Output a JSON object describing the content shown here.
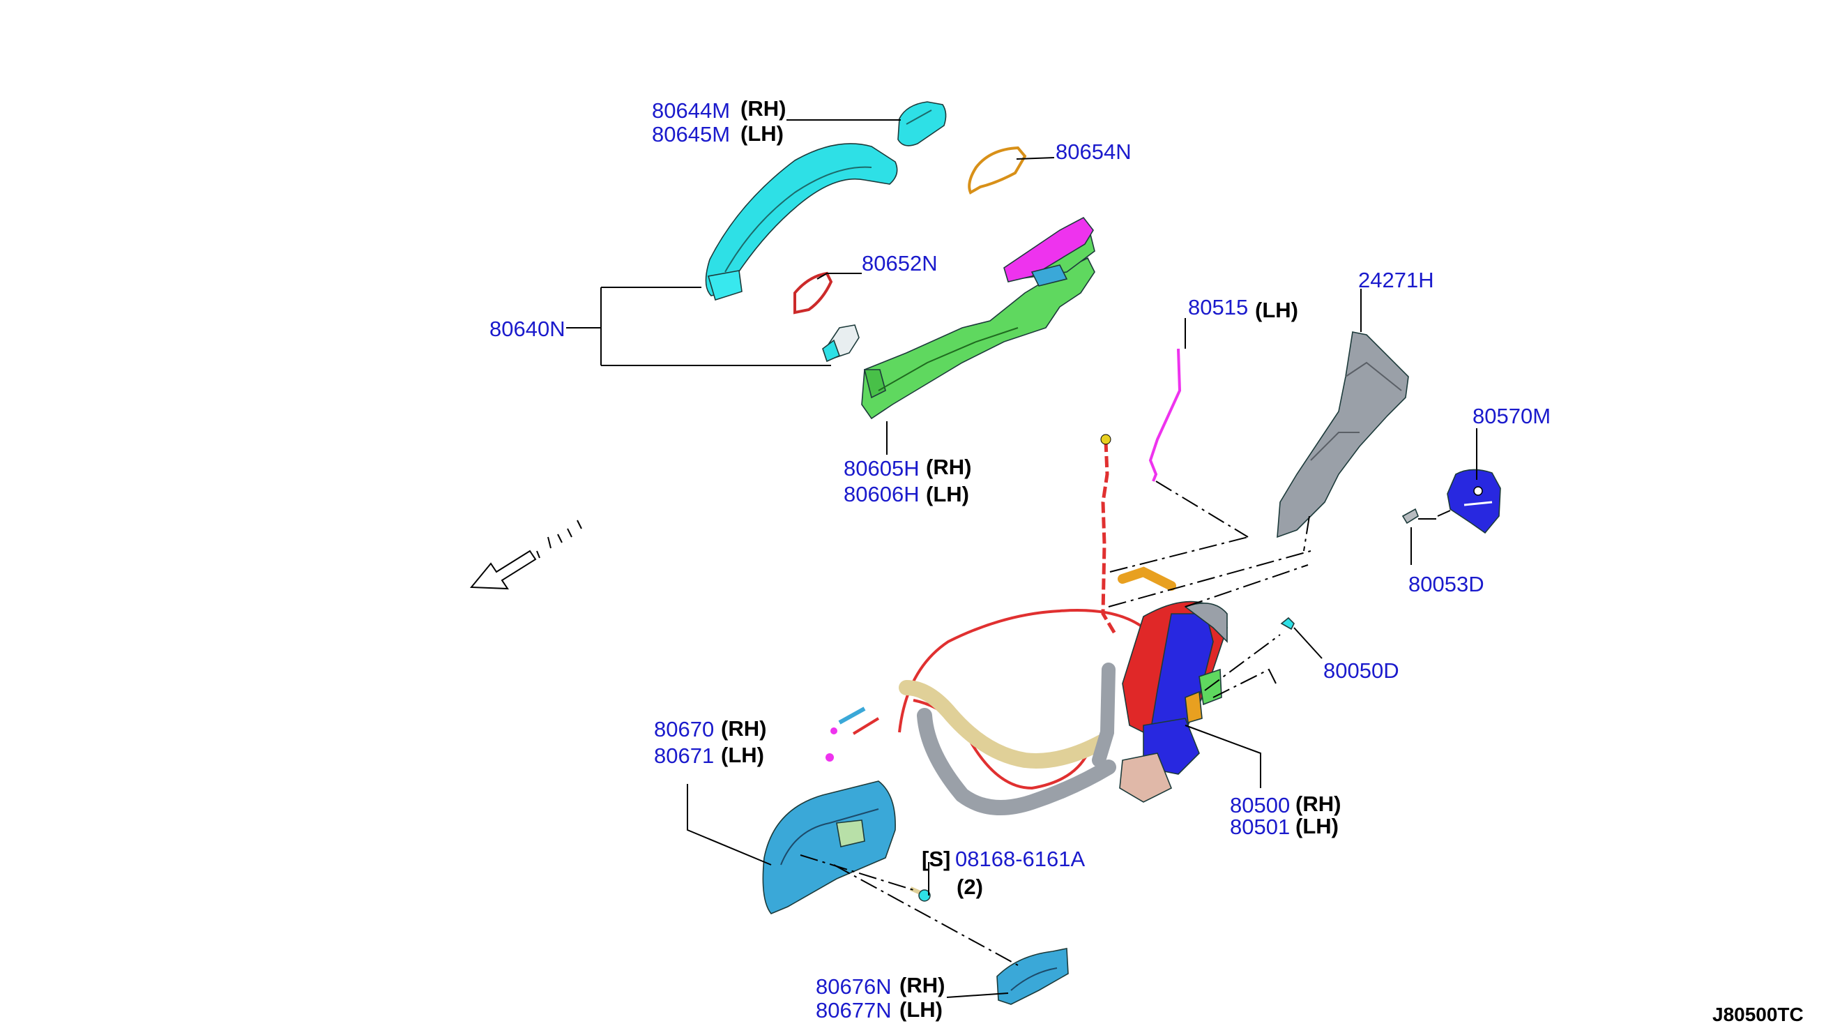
{
  "figure_code": "J80500TC",
  "colors": {
    "label": "#1a1acc",
    "handle": "#2ee0e6",
    "frame": "#5fd85f",
    "cover": "#ee33ee",
    "gasket": "#e8a020",
    "lock_red": "#e02828",
    "lock_blue": "#2828e0",
    "bracket": "#9aa0a8",
    "cable_red": "#e03030",
    "tube_tan": "#e0d098",
    "inside_handle": "#3aa8d8"
  },
  "labels": {
    "p80644M": "80644M",
    "p80644M_side": "(RH)",
    "p80645M": "80645M",
    "p80645M_side": "(LH)",
    "p80654N": "80654N",
    "p80652N": "80652N",
    "p80640N": "80640N",
    "p80605H": "80605H",
    "p80605H_side": "(RH)",
    "p80606H": "80606H",
    "p80606H_side": "(LH)",
    "p80515": "80515",
    "p80515_side": "(LH)",
    "p24271H": "24271H",
    "p80570M": "80570M",
    "p80053D": "80053D",
    "p80050D": "80050D",
    "p80670": "80670",
    "p80670_side": "(RH)",
    "p80671": "80671",
    "p80671_side": "(LH)",
    "p80500": "80500",
    "p80500_side": "(RH)",
    "p80501": "80501",
    "p80501_side": "(LH)",
    "s_mark": "[S]",
    "p08168": "08168-6161A",
    "qty": "(2)",
    "p80676N": "80676N",
    "p80676N_side": "(RH)",
    "p80677N": "80677N",
    "p80677N_side": "(LH)"
  }
}
